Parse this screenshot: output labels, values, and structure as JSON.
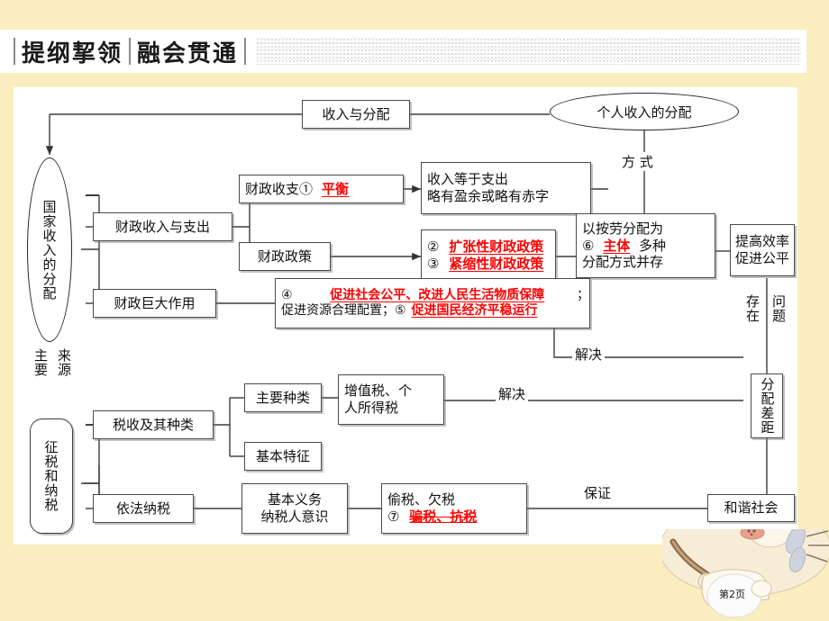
{
  "header": {
    "title_left": "提纲挈领",
    "title_right": "融会贯通",
    "separator": "|"
  },
  "page": {
    "number_label": "第2页"
  },
  "colors": {
    "background": "#faeec1",
    "panel": "#ffffff",
    "accent_red": "#ff0000",
    "line": "#4a4a4a"
  },
  "diagram": {
    "top_box": "收入与分配",
    "root_ellipse": "个人收入的分配",
    "left_ellipse": "国家收入的分配",
    "left_ellipse_bottom": "征税和纳税",
    "edge_labels": {
      "fangshi": "方 式",
      "zhuyao": "主要",
      "laiyuan": "来源",
      "cunzai": "存在",
      "wenti": "问题",
      "jiejue_top": "解决",
      "jiejue_bottom": "解决",
      "baozheng": "保证"
    },
    "nodes": {
      "caizheng_shouzhi_zhichu": "财政收入与支出",
      "caizheng_shouzhi_label": "财政收支①",
      "caizheng_shouzhi_blank": "平衡",
      "shouru_dengyu": "收入等于支出",
      "lueyou_yingyu": "略有盈余或略有赤字",
      "caizheng_zhengce": "财政政策",
      "policy_2_num": "②",
      "policy_2_text": "扩张性财政政策",
      "policy_3_num": "③",
      "policy_3_text": "紧缩性财政政策",
      "caizheng_judazuoyong": "财政巨大作用",
      "role_4_num": "④",
      "role_4_text": "促进社会公平、改进人民生活物质保障",
      "role_semicolon": "；",
      "role_middle": "促进资源合理配置；",
      "role_5_num": "⑤",
      "role_5_text": "促进国民经济平稳运行",
      "fenpei_line1": "以按劳分配为",
      "fenpei_num": "⑥",
      "fenpei_blank": "主体",
      "fenpei_duozhong": "多种",
      "fenpei_line3": "分配方式并存",
      "tigao_xiaolv": "提高效率",
      "cujin_gongping": "促进公平",
      "fenpei_chaju": "分配差距",
      "shuishou_jiqizhonglei": "税收及其种类",
      "zhuyao_zhonglei": "主要种类",
      "zengzhishui_line1": "增值税、个",
      "zengzhishui_line2": "人所得税",
      "jiben_tezheng": "基本特征",
      "yifa_nashui": "依法纳税",
      "jiben_yiwu": "基本义务",
      "nashuiren_yishi": "纳税人意识",
      "toushui_qianshui": "偷税、欠税",
      "tax_7_num": "⑦",
      "tax_7_text": "骗税、抗税",
      "hexie_shehui": "和谐社会"
    }
  }
}
